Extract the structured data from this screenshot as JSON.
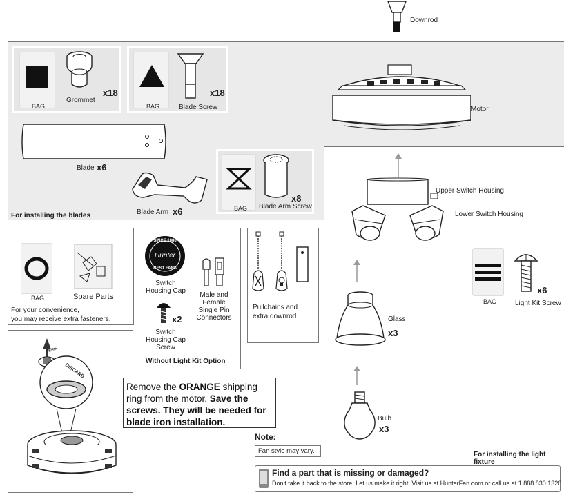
{
  "parts": {
    "downrod": "Downrod",
    "grommet": "Grommet",
    "grommet_qty": "x18",
    "bag": "BAG",
    "blade_screw": "Blade Screw",
    "blade_screw_qty": "x18",
    "motor": "Motor",
    "blade": "Blade",
    "blade_qty": "x6",
    "blade_arm": "Blade Arm",
    "blade_arm_qty": "x6",
    "blade_arm_screw": "Blade Arm Screw",
    "blade_arm_screw_qty": "x8",
    "upper_switch_housing": "Upper Switch Housing",
    "lower_switch_housing": "Lower Switch Housing",
    "light_kit_screw": "Light Kit Screw",
    "light_kit_screw_qty": "x6",
    "glass": "Glass",
    "glass_qty": "x3",
    "bulb": "Bulb",
    "bulb_qty": "x3",
    "spare_parts": "Spare Parts",
    "switch_housing_cap_1": "Switch",
    "switch_housing_cap_2": "Housing Cap",
    "switch_housing_cap_screw_1": "Switch",
    "switch_housing_cap_screw_2": "Housing Cap",
    "switch_housing_cap_screw_3": "Screw",
    "switch_housing_cap_screw_qty": "x2",
    "connectors_1": "Male and",
    "connectors_2": "Female",
    "connectors_3": "Single Pin",
    "connectors_4": "Connectors",
    "pullchains_1": "Pullchains and",
    "pullchains_2": "extra downrod",
    "cap_logo_top": "SINCE 1886",
    "cap_logo_mid": "Hunter",
    "cap_logo_bot": "BEST FANS",
    "keep": "KEEP",
    "discard": "DISCARD"
  },
  "sections": {
    "blades": "For installing the blades",
    "light_fixture": "For installing the light fixture",
    "without_light_kit": "Without Light Kit Option",
    "extra_fasteners_1": "For your convenience,",
    "extra_fasteners_2": "you may receive extra fasteners."
  },
  "shipping_note": {
    "pre": "Remove the ",
    "orange": "ORANGE",
    "mid": " shipping ring from the motor. ",
    "bold": "Save the screws. They will be needed for blade iron installation."
  },
  "note": {
    "title": "Note:",
    "text": "Fan style may vary."
  },
  "footer": {
    "headline": "Find a part that is missing or damaged?",
    "text": "Don't take it back to the store. Let us make it right. Visit us at HunterFan.com or call us at 1.888.830.1326."
  },
  "colors": {
    "panel_gray": "#ececec",
    "line": "#777777",
    "accent_orange": "#e07b00"
  }
}
